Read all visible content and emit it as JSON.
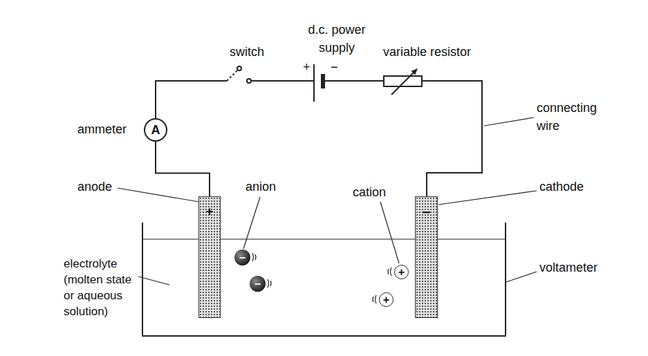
{
  "diagram": {
    "nodes": [
      {
        "text": [
          "A"
        ]
      },
      {
        "text": [
          "+"
        ]
      },
      {
        "text": [
          "−"
        ]
      },
      {
        "text": [
          "−"
        ]
      },
      {
        "text": [
          "+"
        ]
      },
      {
        "text": [
          "+"
        ]
      },
      {
        "text": [
          "−"
        ]
      }
    ],
    "edges": [
      {
        "from": 0,
        "to": 1,
        "arrow": "none"
      }
    ],
    "labels": [
      "switch",
      "d.c. power supply",
      "+",
      "−",
      "variable resistor",
      "connecting wire",
      "ammeter",
      "anode",
      "anion",
      "cation",
      "cathode",
      "electrolyte (molten state or aqueous solution)",
      "voltameter"
    ]
  }
}
